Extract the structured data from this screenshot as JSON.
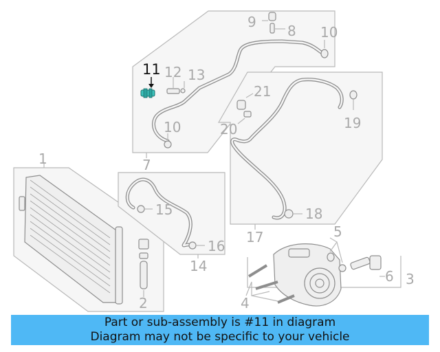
{
  "labels": {
    "l1": "1",
    "l2": "2",
    "l3": "3",
    "l4": "4",
    "l5": "5",
    "l6": "6",
    "l7": "7",
    "l8": "8",
    "l9": "9",
    "l10a": "10",
    "l10b": "10",
    "l11": "11",
    "l12": "12",
    "l13": "13",
    "l14": "14",
    "l15": "15",
    "l16": "16",
    "l17": "17",
    "l18": "18",
    "l19": "19",
    "l20": "20",
    "l21": "21"
  },
  "highlight": {
    "part": "11",
    "color": "#3cc3bd"
  },
  "banner": {
    "line1": "Part or sub-assembly is #11 in diagram",
    "line2": "Diagram may not be specific to your vehicle",
    "color": "#4fb8f5"
  }
}
